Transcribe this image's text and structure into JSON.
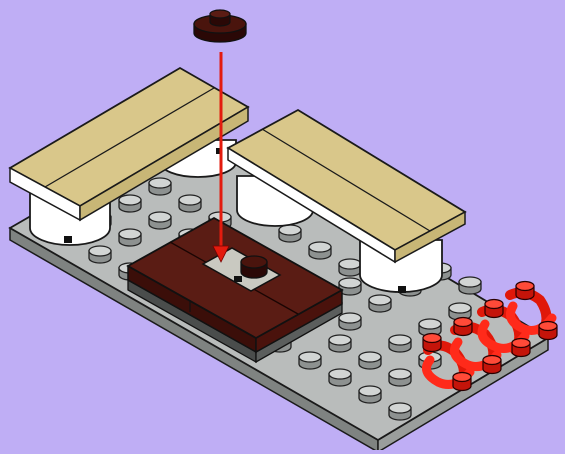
{
  "scene": {
    "background_color": "#bfaef5",
    "parts": [
      {
        "name": "gray-baseplate",
        "color": "#b9bcbb"
      },
      {
        "name": "tan-bench-plate-left",
        "color": "#d9c78a"
      },
      {
        "name": "tan-bench-plate-right",
        "color": "#d9c78a"
      },
      {
        "name": "white-round-brick-left",
        "color": "#ffffff"
      },
      {
        "name": "white-round-brick-middle",
        "color": "#ffffff"
      },
      {
        "name": "white-round-brick-right",
        "color": "#ffffff"
      },
      {
        "name": "dark-brown-table-plate",
        "color": "#5a1c14"
      },
      {
        "name": "dark-brown-round-stud",
        "color": "#3a0f0b"
      },
      {
        "name": "red-flower-stems",
        "color": "#ff2a1a"
      }
    ],
    "instruction_arrow": {
      "color": "#e31b0e",
      "meaning": "attach"
    }
  }
}
